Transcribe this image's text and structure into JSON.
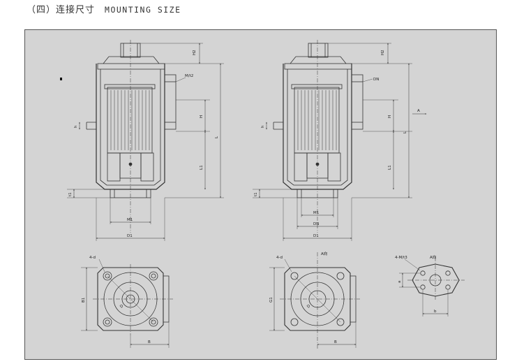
{
  "header": {
    "section_title_cn": "（四）连接尺寸",
    "section_title_en": "MOUNTING SIZE"
  },
  "drawing": {
    "frame_background": "#d4d4d4",
    "line_color": "#333333",
    "left_view": {
      "dim_H2": "H2",
      "dim_thread": "M/t2",
      "dim_H": "H",
      "dim_h": "h",
      "dim_L": "L",
      "dim_L1": "L1",
      "dim_t1": "t1",
      "dim_M1": "M1",
      "dim_D1": "D1"
    },
    "right_view": {
      "dim_H2": "H2",
      "dim_DN": "DN",
      "dim_H": "H",
      "dim_h": "h",
      "dim_A": "A",
      "dim_L": "L",
      "dim_L1": "L1",
      "dim_t1": "t1",
      "dim_M1": "M1",
      "dim_DN_bottom": "DN",
      "dim_D1": "D1"
    },
    "bottom_left_view": {
      "dim_holes": "4-d",
      "dim_B1": "B1",
      "dim_B": "B",
      "dim_D": "D"
    },
    "bottom_middle_view": {
      "dim_holes": "4-d",
      "dim_AT": "A向",
      "dim_G": "G1",
      "dim_B": "B",
      "dim_D": "D"
    },
    "flange_view": {
      "dim_holes": "4-M/t3",
      "dim_AT": "A向",
      "dim_a": "a",
      "dim_b": "b"
    }
  }
}
